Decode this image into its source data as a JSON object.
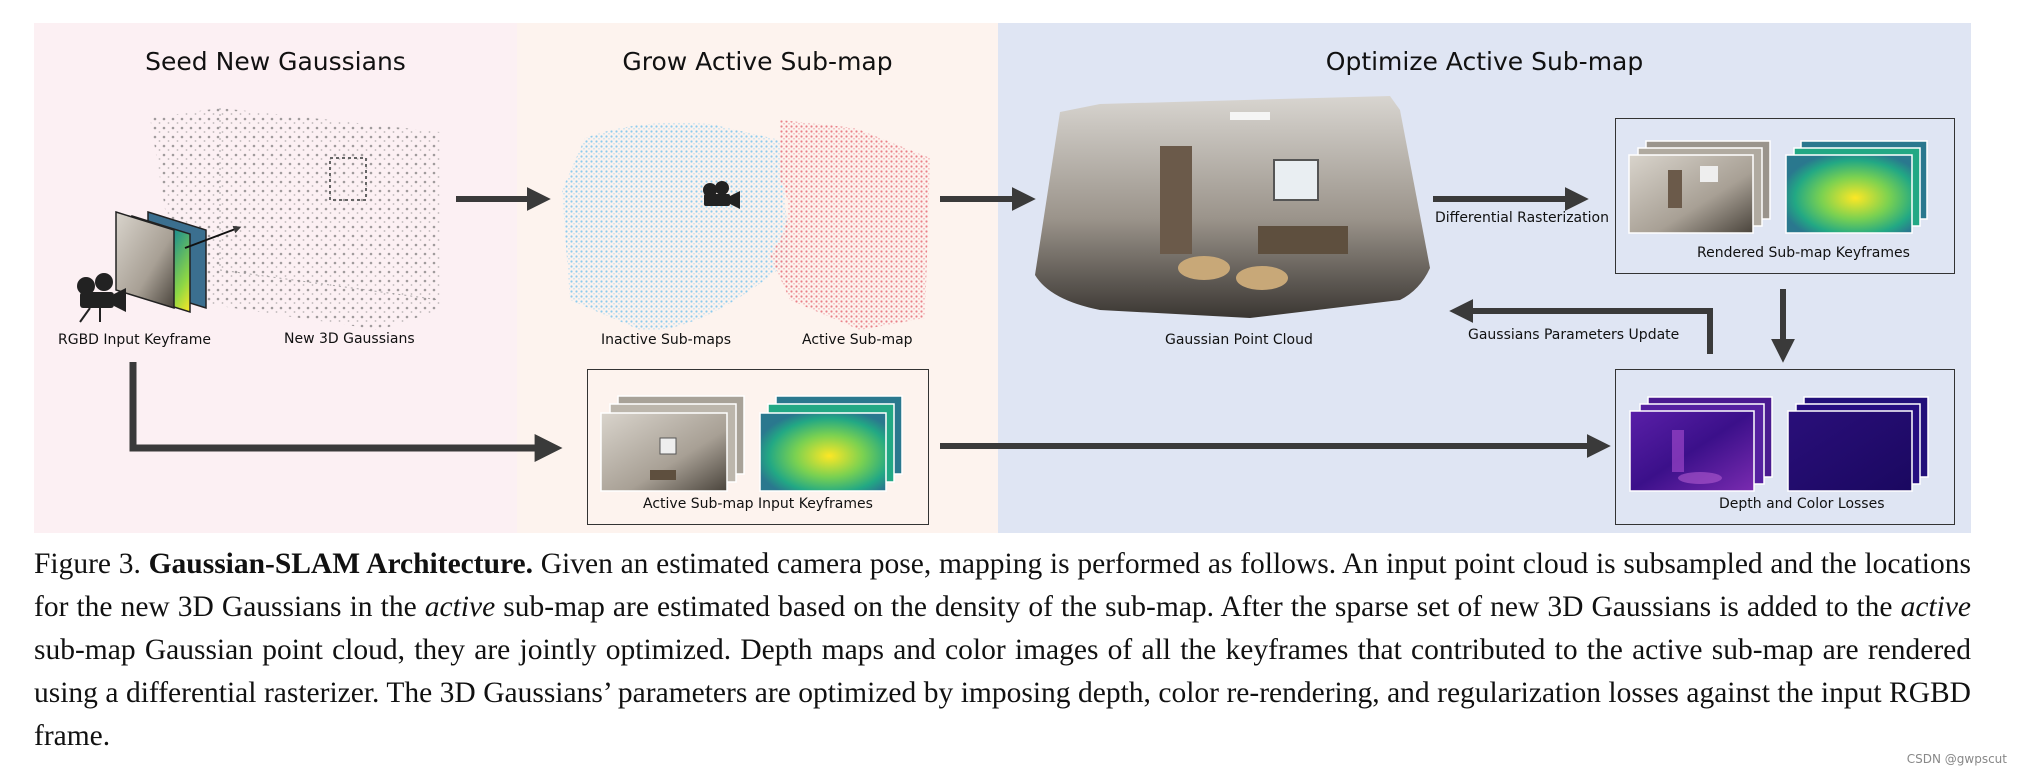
{
  "panels": {
    "seed": {
      "title": "Seed New Gaussians"
    },
    "grow": {
      "title": "Grow Active Sub-map"
    },
    "optimize": {
      "title": "Optimize Active Sub-map"
    }
  },
  "labels": {
    "rgbd_input": "RGBD Input Keyframe",
    "new_gaussians": "New 3D Gaussians",
    "inactive_submaps": "Inactive Sub-maps",
    "active_submap": "Active Sub-map",
    "point_cloud": "Gaussian Point Cloud",
    "diff_raster": "Differential Rasterization",
    "params_update": "Gaussians Parameters Update",
    "rendered_keyframes": "Rendered Sub-map Keyframes",
    "input_keyframes": "Active Sub-map Input Keyframes",
    "losses": "Depth and Color Losses"
  },
  "colors": {
    "seed_bg": "#fcf0f3",
    "grow_bg": "#fdf3ee",
    "optimize_bg": "#dfe5f3",
    "arrow": "#3a3a3a",
    "inactive_points": "#9fd2ef",
    "active_points": "#ee8f96"
  },
  "caption": {
    "figure": "Figure 3.",
    "title": "Gaussian-SLAM Architecture.",
    "part1": "Given an estimated camera pose, mapping is performed as follows. An input point cloud is subsampled and the locations for the new 3D Gaussians in the",
    "italic1": "active",
    "part2": "sub-map are estimated based on the density of the sub-map. After the sparse set of new 3D Gaussians is added to the",
    "italic2": "active",
    "part3": "sub-map Gaussian point cloud, they are jointly optimized. Depth maps and color images of all the keyframes that contributed to the active sub-map are rendered using a differential rasterizer. The 3D Gaussians’ parameters are optimized by imposing depth, color re-rendering, and regularization losses against the input RGBD frame."
  },
  "watermark": "CSDN @gwpscut"
}
